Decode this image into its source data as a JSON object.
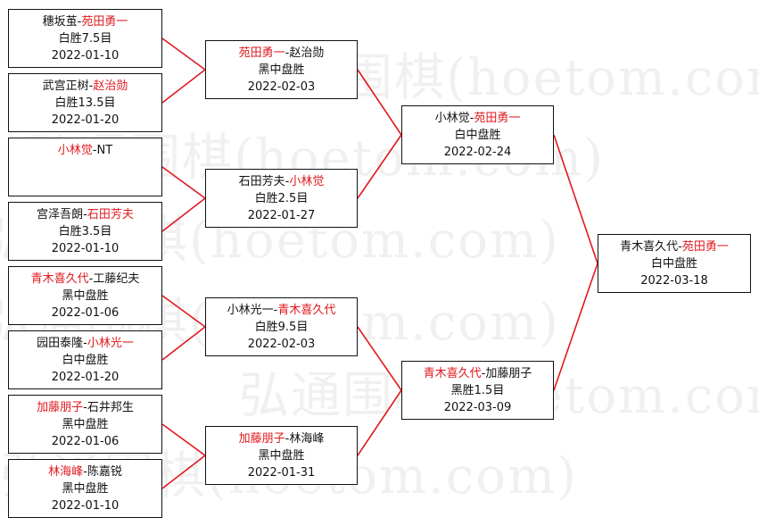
{
  "watermark": "弘通围棋(hoetom.com)",
  "accent": "#e0191e",
  "line_color": "#e0191e",
  "round1": [
    {
      "p1": "穗坂茧",
      "p2": "苑田勇一",
      "winner": 2,
      "result": "白胜7.5目",
      "date": "2022-01-10"
    },
    {
      "p1": "武宫正树",
      "p2": "赵治勋",
      "winner": 2,
      "result": "白胜13.5目",
      "date": "2022-01-20"
    },
    {
      "p1": "小林觉",
      "p2": "NT",
      "winner": 1,
      "result": "",
      "date": ""
    },
    {
      "p1": "宫泽吾朗",
      "p2": "石田芳夫",
      "winner": 2,
      "result": "白胜3.5目",
      "date": "2022-01-10"
    },
    {
      "p1": "青木喜久代",
      "p2": "工藤纪夫",
      "winner": 1,
      "result": "黑中盘胜",
      "date": "2022-01-06"
    },
    {
      "p1": "园田泰隆",
      "p2": "小林光一",
      "winner": 2,
      "result": "白中盘胜",
      "date": "2022-01-20"
    },
    {
      "p1": "加藤朋子",
      "p2": "石井邦生",
      "winner": 1,
      "result": "黑中盘胜",
      "date": "2022-01-06"
    },
    {
      "p1": "林海峰",
      "p2": "陈嘉锐",
      "winner": 1,
      "result": "黑中盘胜",
      "date": "2022-01-10"
    }
  ],
  "round2": [
    {
      "p1": "苑田勇一",
      "p2": "赵治勋",
      "winner": 1,
      "result": "黑中盘胜",
      "date": "2022-02-03"
    },
    {
      "p1": "石田芳夫",
      "p2": "小林觉",
      "winner": 2,
      "result": "白胜2.5目",
      "date": "2022-01-27"
    },
    {
      "p1": "小林光一",
      "p2": "青木喜久代",
      "winner": 2,
      "result": "白胜9.5目",
      "date": "2022-02-03"
    },
    {
      "p1": "加藤朋子",
      "p2": "林海峰",
      "winner": 1,
      "result": "黑中盘胜",
      "date": "2022-01-31"
    }
  ],
  "round3": [
    {
      "p1": "小林觉",
      "p2": "苑田勇一",
      "winner": 2,
      "result": "白中盘胜",
      "date": "2022-02-24"
    },
    {
      "p1": "青木喜久代",
      "p2": "加藤朋子",
      "winner": 1,
      "result": "黑胜1.5目",
      "date": "2022-03-09"
    }
  ],
  "final": [
    {
      "p1": "青木喜久代",
      "p2": "苑田勇一",
      "winner": 2,
      "result": "白中盘胜",
      "date": "2022-03-18"
    }
  ]
}
